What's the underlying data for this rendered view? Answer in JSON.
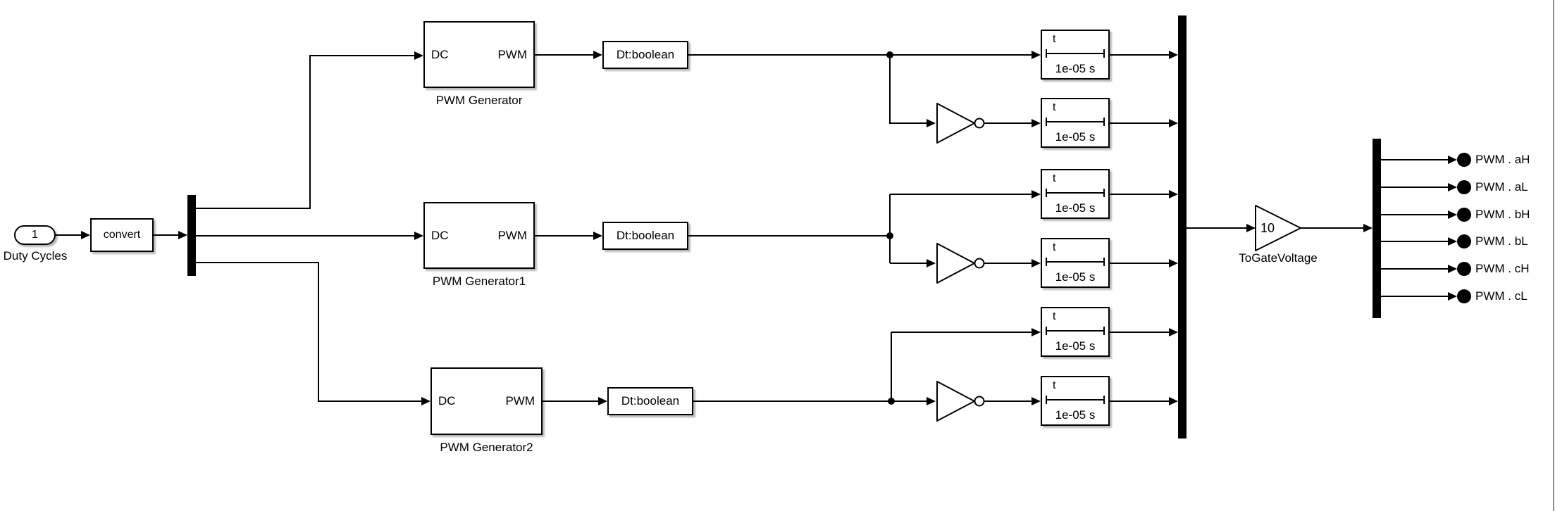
{
  "diagram": {
    "input_port": {
      "number": "1",
      "label": "Duty Cycles"
    },
    "convert_block": {
      "label": "convert"
    },
    "pwm_generators": [
      {
        "name": "PWM Generator",
        "input_port": "DC",
        "output_port": "PWM"
      },
      {
        "name": "PWM Generator1",
        "input_port": "DC",
        "output_port": "PWM"
      },
      {
        "name": "PWM Generator2",
        "input_port": "DC",
        "output_port": "PWM"
      }
    ],
    "data_type_conversion": {
      "label": "Dt:boolean"
    },
    "transport_delay": {
      "symbol": "t",
      "value": "1e-05 s"
    },
    "gain": {
      "value": "10",
      "name": "ToGateVoltage"
    },
    "output_ports": [
      "PWM . aH",
      "PWM . aL",
      "PWM . bH",
      "PWM . bL",
      "PWM . cH",
      "PWM . cL"
    ]
  },
  "colors": {
    "line": "#000000",
    "background": "#ffffff",
    "canvas_edge": "#8d9193"
  }
}
